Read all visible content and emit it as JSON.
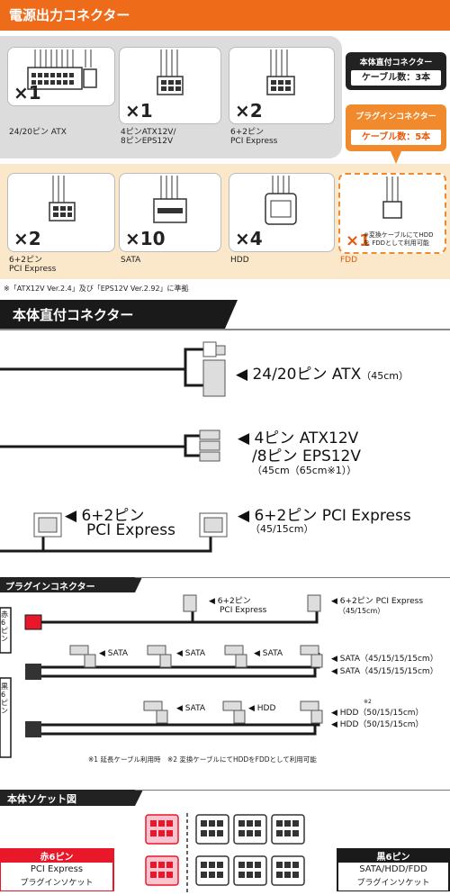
{
  "header": {
    "title": "電源出力コネクター"
  },
  "direct_badge": {
    "title": "本体直付コネクター",
    "count": "ケーブル数：3本"
  },
  "plugin_badge": {
    "title": "プラグインコネクター",
    "count": "ケーブル数：5本"
  },
  "direct_cards": [
    {
      "qty": "×1",
      "label1": "24/20ピン ATX",
      "label2": ""
    },
    {
      "qty": "×1",
      "label1": "4ピンATX12V/",
      "label2": "8ピンEPS12V"
    },
    {
      "qty": "×2",
      "label1": "6+2ピン",
      "label2": "PCI Express"
    }
  ],
  "plugin_cards": [
    {
      "qty": "×2",
      "label1": "6+2ピン",
      "label2": "PCI Express"
    },
    {
      "qty": "×10",
      "label1": "SATA",
      "label2": ""
    },
    {
      "qty": "×4",
      "label1": "HDD",
      "label2": ""
    },
    {
      "qty": "×1",
      "label1": "FDD",
      "label2": "",
      "note1": "※変換ケーブルにてHDD",
      "note2": "を FDDとして利用可能"
    }
  ],
  "compliance_note": "※「ATX12V Ver.2.4」及び「EPS12V Ver.2.92」に準拠",
  "direct_section": {
    "title": "本体直付コネクター",
    "atx": {
      "label": "◀ 24/20ピン ATX",
      "len": "（45cm）"
    },
    "eps": {
      "label1": "◀ 4ピン ATX12V",
      "label2": "/8ピン EPS12V",
      "len": "（45cm（65cm※1））"
    },
    "pci_left": {
      "label1": "◀ 6+2ピン",
      "label2": "PCI Express"
    },
    "pci_right": {
      "label": "◀ 6+2ピン PCI Express",
      "len": "（45/15cm）"
    }
  },
  "plugin_section": {
    "title": "プラグインコネクター",
    "red6": "赤6ピン",
    "black6": "黒6ピン",
    "pci_mid": {
      "label1": "◀ 6+2ピン",
      "label2": "PCI Express"
    },
    "pci_right": {
      "label": "◀ 6+2ピン PCI Express",
      "len": "（45/15cm）"
    },
    "sata_mid": [
      "◀ SATA",
      "◀ SATA",
      "◀ SATA"
    ],
    "sata_right1": "◀ SATA（45/15/15/15cm）",
    "sata_right2": "◀ SATA（45/15/15/15cm）",
    "hdd_mid": [
      "◀ SATA",
      "◀ HDD"
    ],
    "hdd_right1": "◀ HDD（50/15/15cm）",
    "hdd_note": "※2",
    "hdd_right2": "◀ HDD（50/15/15cm）",
    "footnote": "※1 延長ケーブル利用時　※2 変換ケーブルにてHDDをFDDとして利用可能"
  },
  "socket_section": {
    "title": "本体ソケット図",
    "red": {
      "title": "赤6ピン",
      "line1": "PCI Express",
      "line2": "プラグインソケット"
    },
    "black": {
      "title": "黒6ピン",
      "line1": "SATA/HDD/FDD",
      "line2": "プラグインソケット"
    }
  },
  "colors": {
    "orange": "#ee6b1a",
    "red": "#e8182a",
    "pink": "#f46a86",
    "black": "#1a1a1a"
  }
}
